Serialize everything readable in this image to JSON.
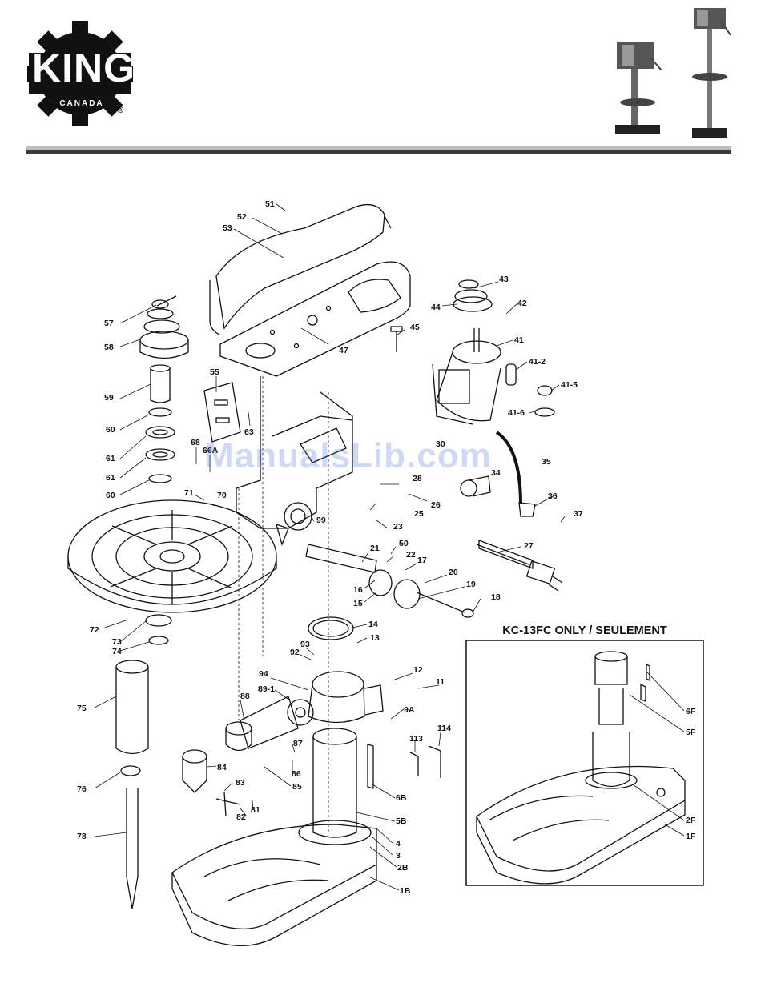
{
  "brand": {
    "name": "KING",
    "sub": "CANADA",
    "registered": "®"
  },
  "watermark": "ManualsLib.com",
  "inset": {
    "title": "KC-13FC ONLY / SEULEMENT"
  },
  "callouts": {
    "p51": "51",
    "p52": "52",
    "p53": "53",
    "p57": "57",
    "p58": "58",
    "p47": "47",
    "p45": "45",
    "p43": "43",
    "p44": "44",
    "p42": "42",
    "p41": "41",
    "p41_2": "41-2",
    "p41_5": "41-5",
    "p41_6": "41-6",
    "p59": "59",
    "p55": "55",
    "p63": "63",
    "p60a": "60",
    "p61a": "61",
    "p61b": "61",
    "p60b": "60",
    "p68": "68",
    "p66a": "66A",
    "p30": "30",
    "p34": "34",
    "p35": "35",
    "p28": "28",
    "p26": "26",
    "p25": "25",
    "p23": "23",
    "p36": "36",
    "p37": "37",
    "p71": "71",
    "p70": "70",
    "p99": "99",
    "p27": "27",
    "p21": "21",
    "p50": "50",
    "p22": "22",
    "p17": "17",
    "p20": "20",
    "p16": "16",
    "p15": "15",
    "p19": "19",
    "p18": "18",
    "p72": "72",
    "p73": "73",
    "p74": "74",
    "p14": "14",
    "p93": "93",
    "p92": "92",
    "p13": "13",
    "p94": "94",
    "p12": "12",
    "p11": "11",
    "p89_1": "89-1",
    "p88": "88",
    "p75": "75",
    "p9a": "9A",
    "p113": "113",
    "p114": "114",
    "p87": "87",
    "p86": "86",
    "p84": "84",
    "p85": "85",
    "p83": "83",
    "p76": "76",
    "p6b": "6B",
    "p5b": "5B",
    "p82": "82",
    "p81": "81",
    "p78": "78",
    "p4": "4",
    "p3": "3",
    "p2b": "2B",
    "p1b": "1B",
    "p6f": "6F",
    "p5f": "5F",
    "p2f": "2F",
    "p1f": "1F"
  }
}
